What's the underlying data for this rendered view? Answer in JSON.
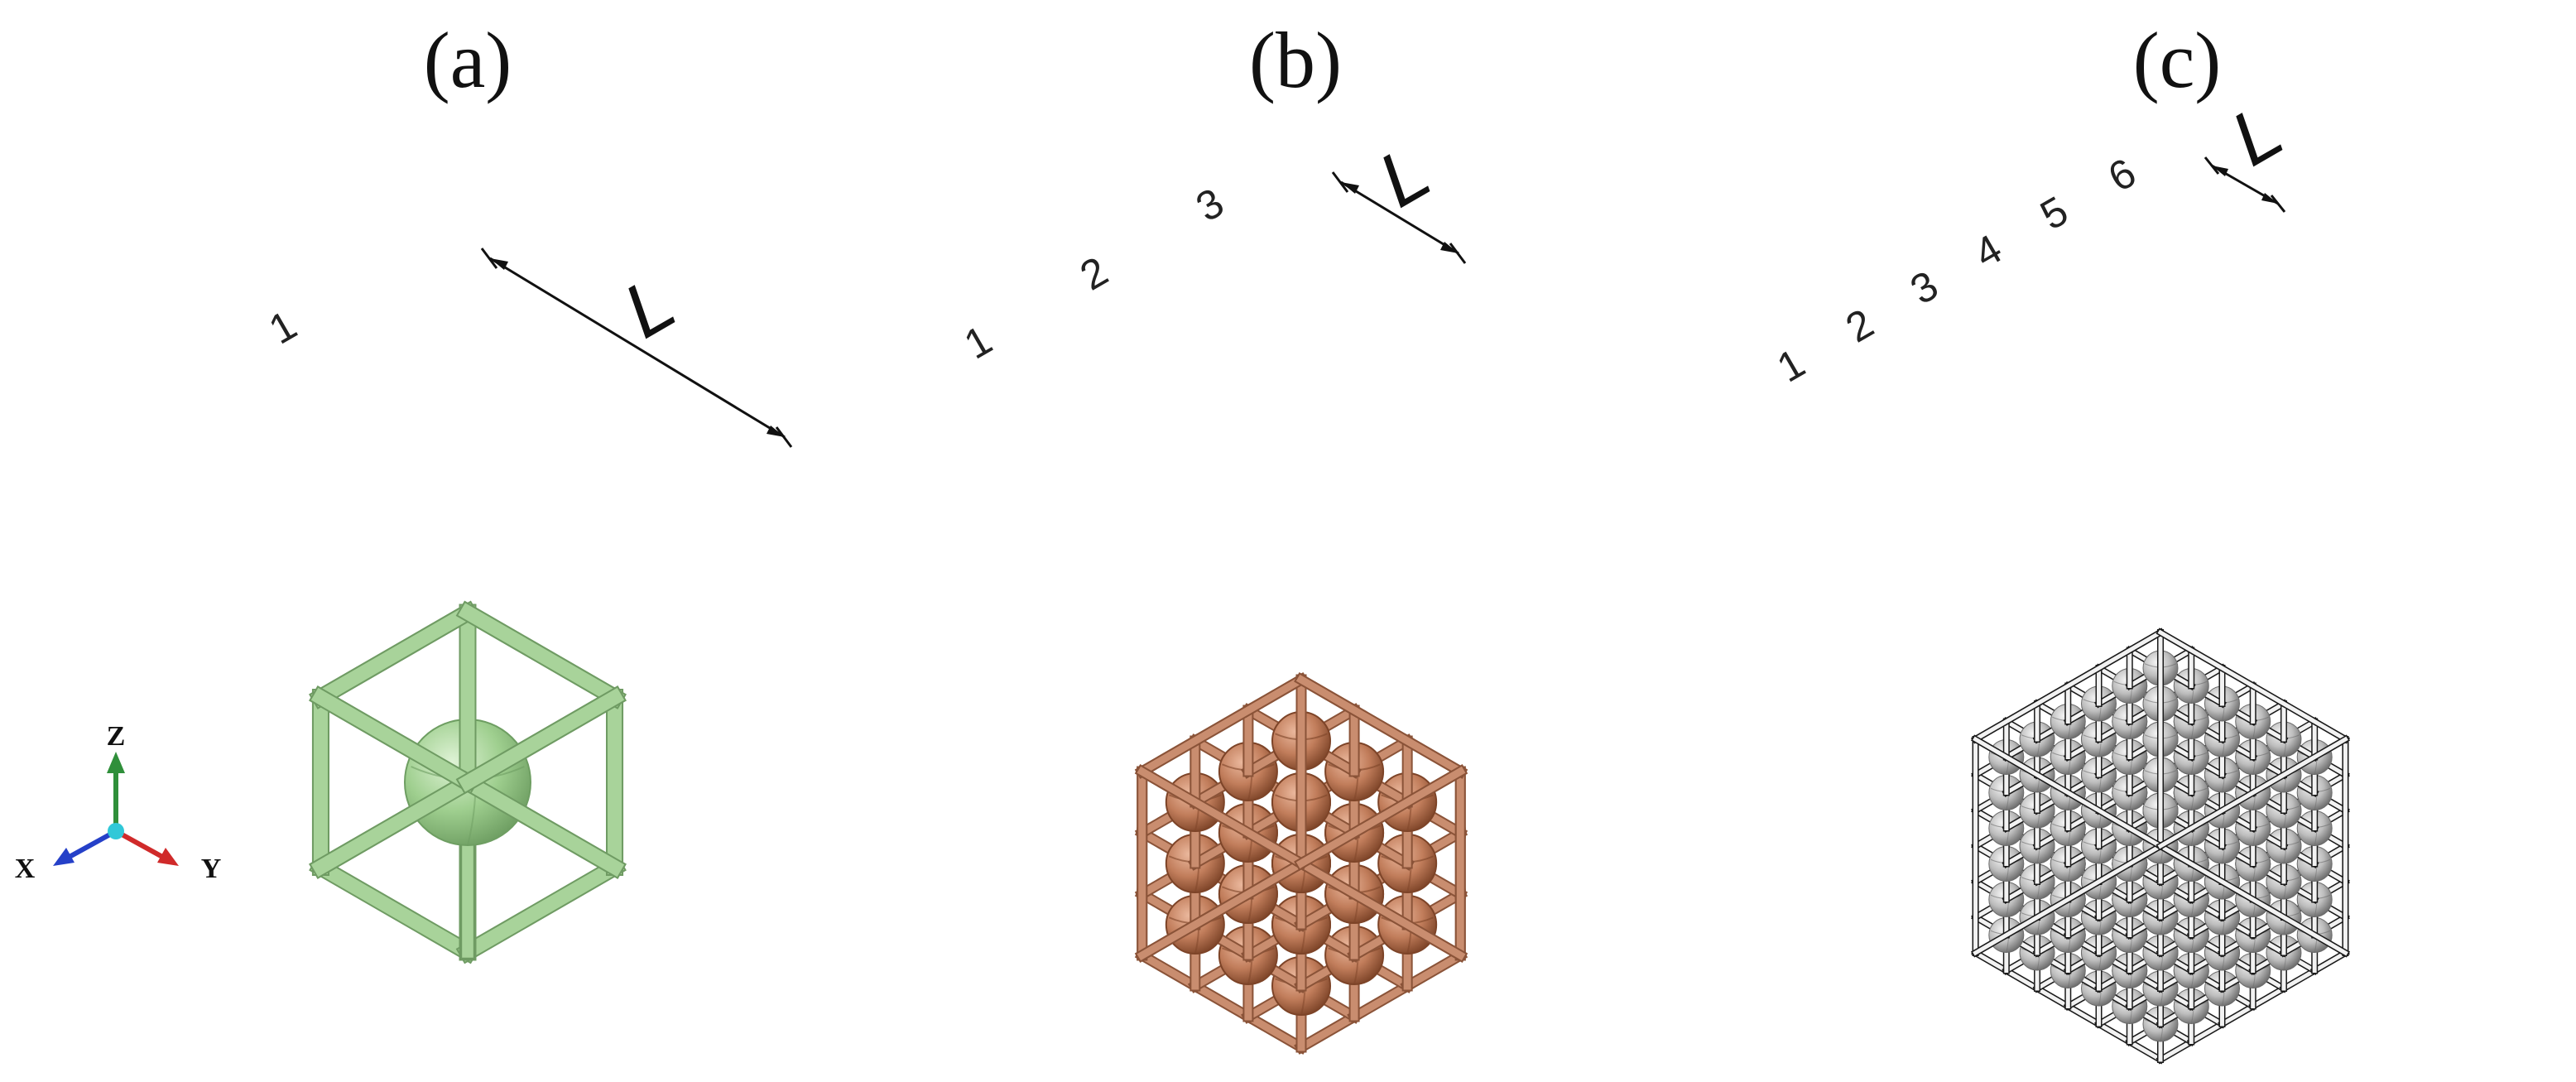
{
  "panels": [
    {
      "label": "(a)",
      "n": 1,
      "dimension_label": "L",
      "column_numbers": [
        "1"
      ],
      "colors": {
        "frame": "#a8d39a",
        "frame_edge": "#6f9b63",
        "sphere": "#9fcf8f",
        "sphere_dark": "#6e9e62",
        "sphere_light": "#dff3d6"
      }
    },
    {
      "label": "(b)",
      "n": 3,
      "dimension_label": "L",
      "column_numbers": [
        "1",
        "2",
        "3"
      ],
      "colors": {
        "frame": "#c98d6f",
        "frame_edge": "#8a5338",
        "sphere": "#c17d5b",
        "sphere_dark": "#7d4428",
        "sphere_light": "#eab79c"
      }
    },
    {
      "label": "(c)",
      "n": 6,
      "dimension_label": "L",
      "column_numbers": [
        "1",
        "2",
        "3",
        "4",
        "5",
        "6"
      ],
      "colors": {
        "frame": "#f2f2f2",
        "frame_edge": "#1a1a1a",
        "sphere": "#bdbdbd",
        "sphere_dark": "#6a6a6a",
        "sphere_light": "#f4f4f4"
      }
    }
  ],
  "axes": {
    "z_label": "Z",
    "x_label": "X",
    "y_label": "Y",
    "colors": {
      "z": "#2f8f3a",
      "x": "#2540c8",
      "y": "#d02a2a",
      "origin": "#30c8d8"
    }
  }
}
